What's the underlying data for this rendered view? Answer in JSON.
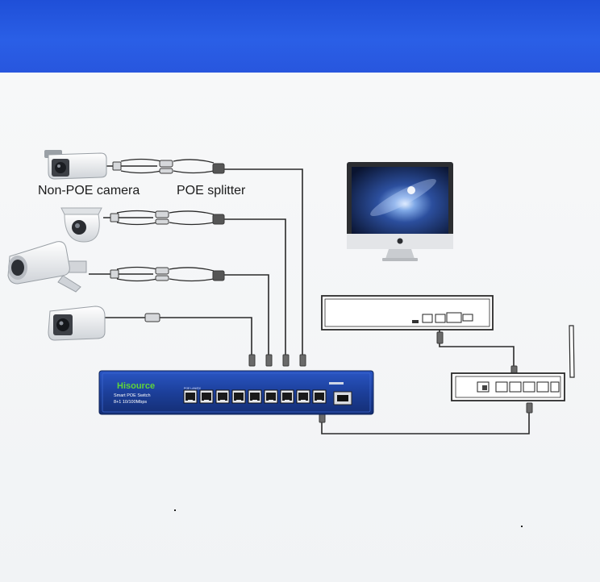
{
  "labels": {
    "non_poe_camera": "Non-POE camera",
    "poe_splitter": "POE splitter"
  },
  "switch": {
    "brand": "Hisource",
    "model": "Smart POE Switch",
    "spec": "8+1 10/100Mbps",
    "port_group_label": "POE  LAN/RX"
  },
  "colors": {
    "header": "#2a5fe6",
    "switch_body": "#1c3f9a",
    "brand_text": "#5fd43a",
    "cable": "#2a2a2a"
  }
}
